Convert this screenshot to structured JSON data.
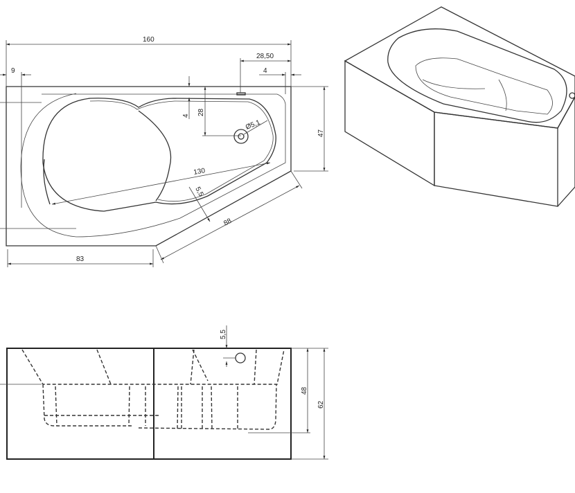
{
  "top_view": {
    "dim_overall_length": "160",
    "dim_drain_offset": "28,50",
    "dim_left_rim": "9",
    "dim_right_rim": "4",
    "dim_rim_width": "4",
    "dim_drain_depth": "28",
    "dim_drain_diameter": "Ø5,1",
    "dim_right_width": "47",
    "dim_inner_diagonal": "130",
    "dim_angled_rim": "5,5",
    "dim_angled_side": "88",
    "dim_bottom_length": "83"
  },
  "side_view": {
    "dim_overflow": "5,5",
    "dim_inner_depth": "48",
    "dim_total_height": "62"
  }
}
